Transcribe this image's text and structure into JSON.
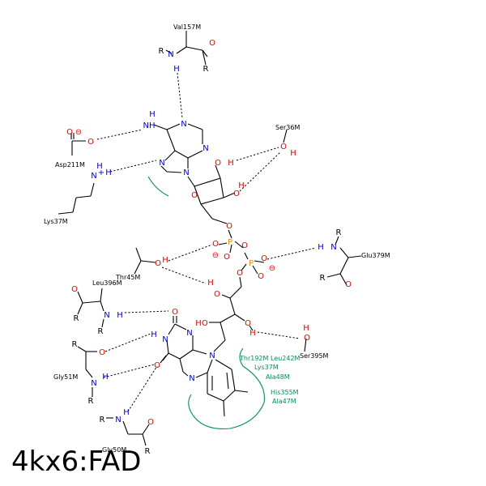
{
  "title": "4kx6:FAD",
  "colors": {
    "nitrogen": "#0000cc",
    "oxygen": "#dd0000",
    "carbon": "#000000",
    "hydrophobic": "#00905a"
  },
  "residue_labels": {
    "val157m": "Val157M",
    "ser36m": "Ser36M",
    "asp211m": "Asp211M",
    "lys37m": "Lys37M",
    "thr45m": "Thr45M",
    "glu379m": "Glu379M",
    "leu396m": "Leu396M",
    "ser395m": "Ser395M",
    "gly51m": "Gly51M",
    "gly50m": "Gly50M"
  },
  "hydrophobic_labels": {
    "thr192m_leu242m": "Thr192M Leu242M",
    "lys37m": "Lys37M",
    "ala48m": "Ala48M",
    "his355m": "His355M",
    "ala47m": "Ala47M"
  },
  "atoms": {
    "N": "N",
    "H": "H",
    "O": "O",
    "P": "P",
    "R": "R",
    "HO": "HO",
    "NH": "NH",
    "plus": "+",
    "minus": "⊖"
  }
}
